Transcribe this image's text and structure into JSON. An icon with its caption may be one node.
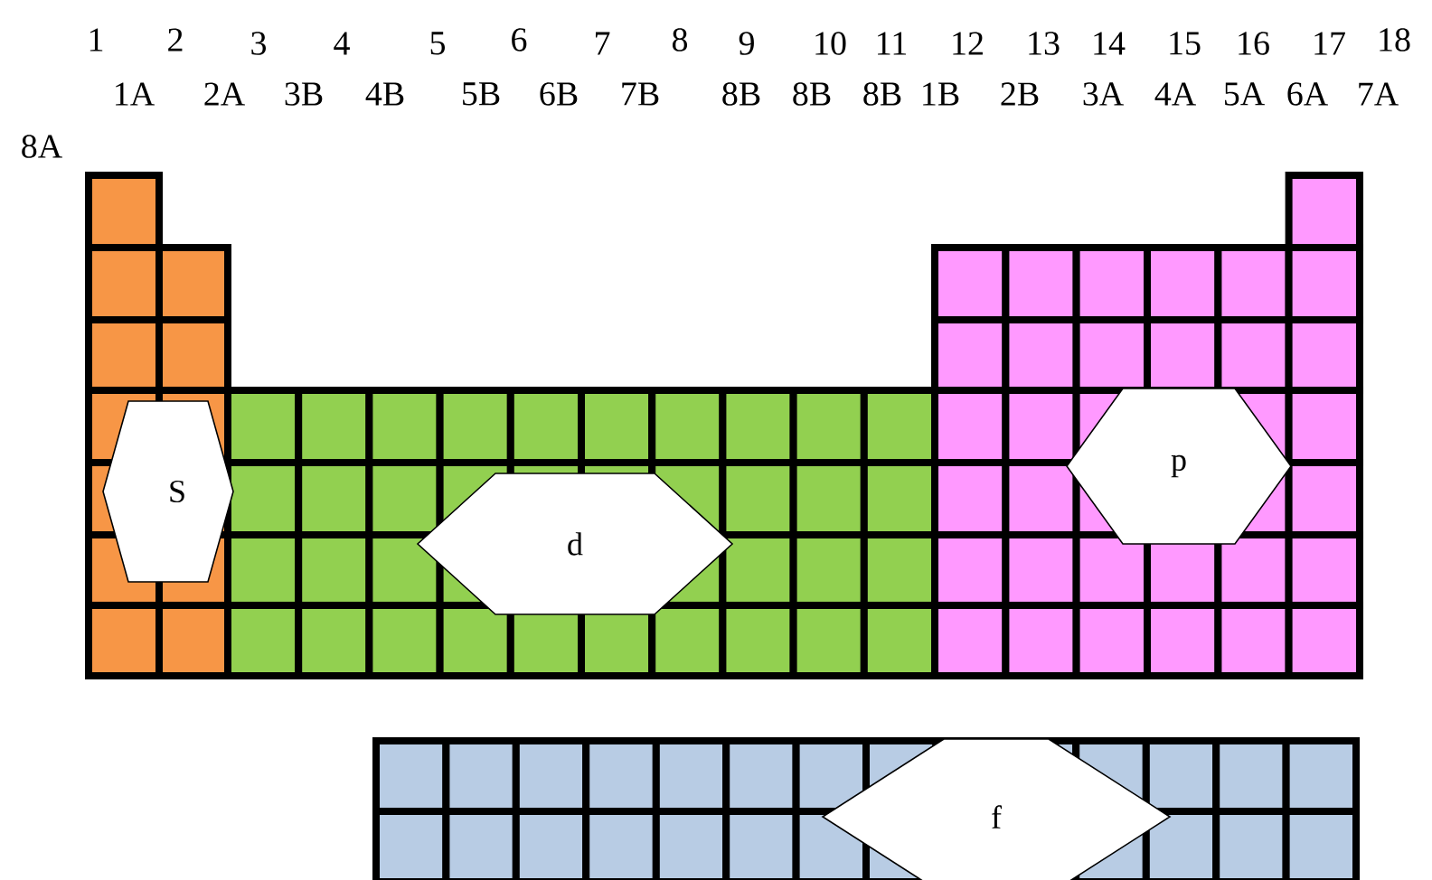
{
  "diagram": {
    "nodes": [
      {
        "text": [
          "S"
        ]
      },
      {
        "text": [
          "d"
        ]
      },
      {
        "text": [
          "p"
        ]
      },
      {
        "text": [
          "f"
        ]
      }
    ],
    "labels": [
      "1",
      "2",
      "3",
      "4",
      "5",
      "6",
      "7",
      "8",
      "9",
      "10",
      "11",
      "12",
      "13",
      "14",
      "15",
      "16",
      "17",
      "18",
      "1A",
      "2A",
      "3B",
      "4B",
      "5B",
      "6B",
      "7B",
      "8B",
      "8B",
      "8B",
      "1B",
      "2B",
      "3A",
      "4A",
      "5A",
      "6A",
      "7A",
      "8A"
    ]
  }
}
